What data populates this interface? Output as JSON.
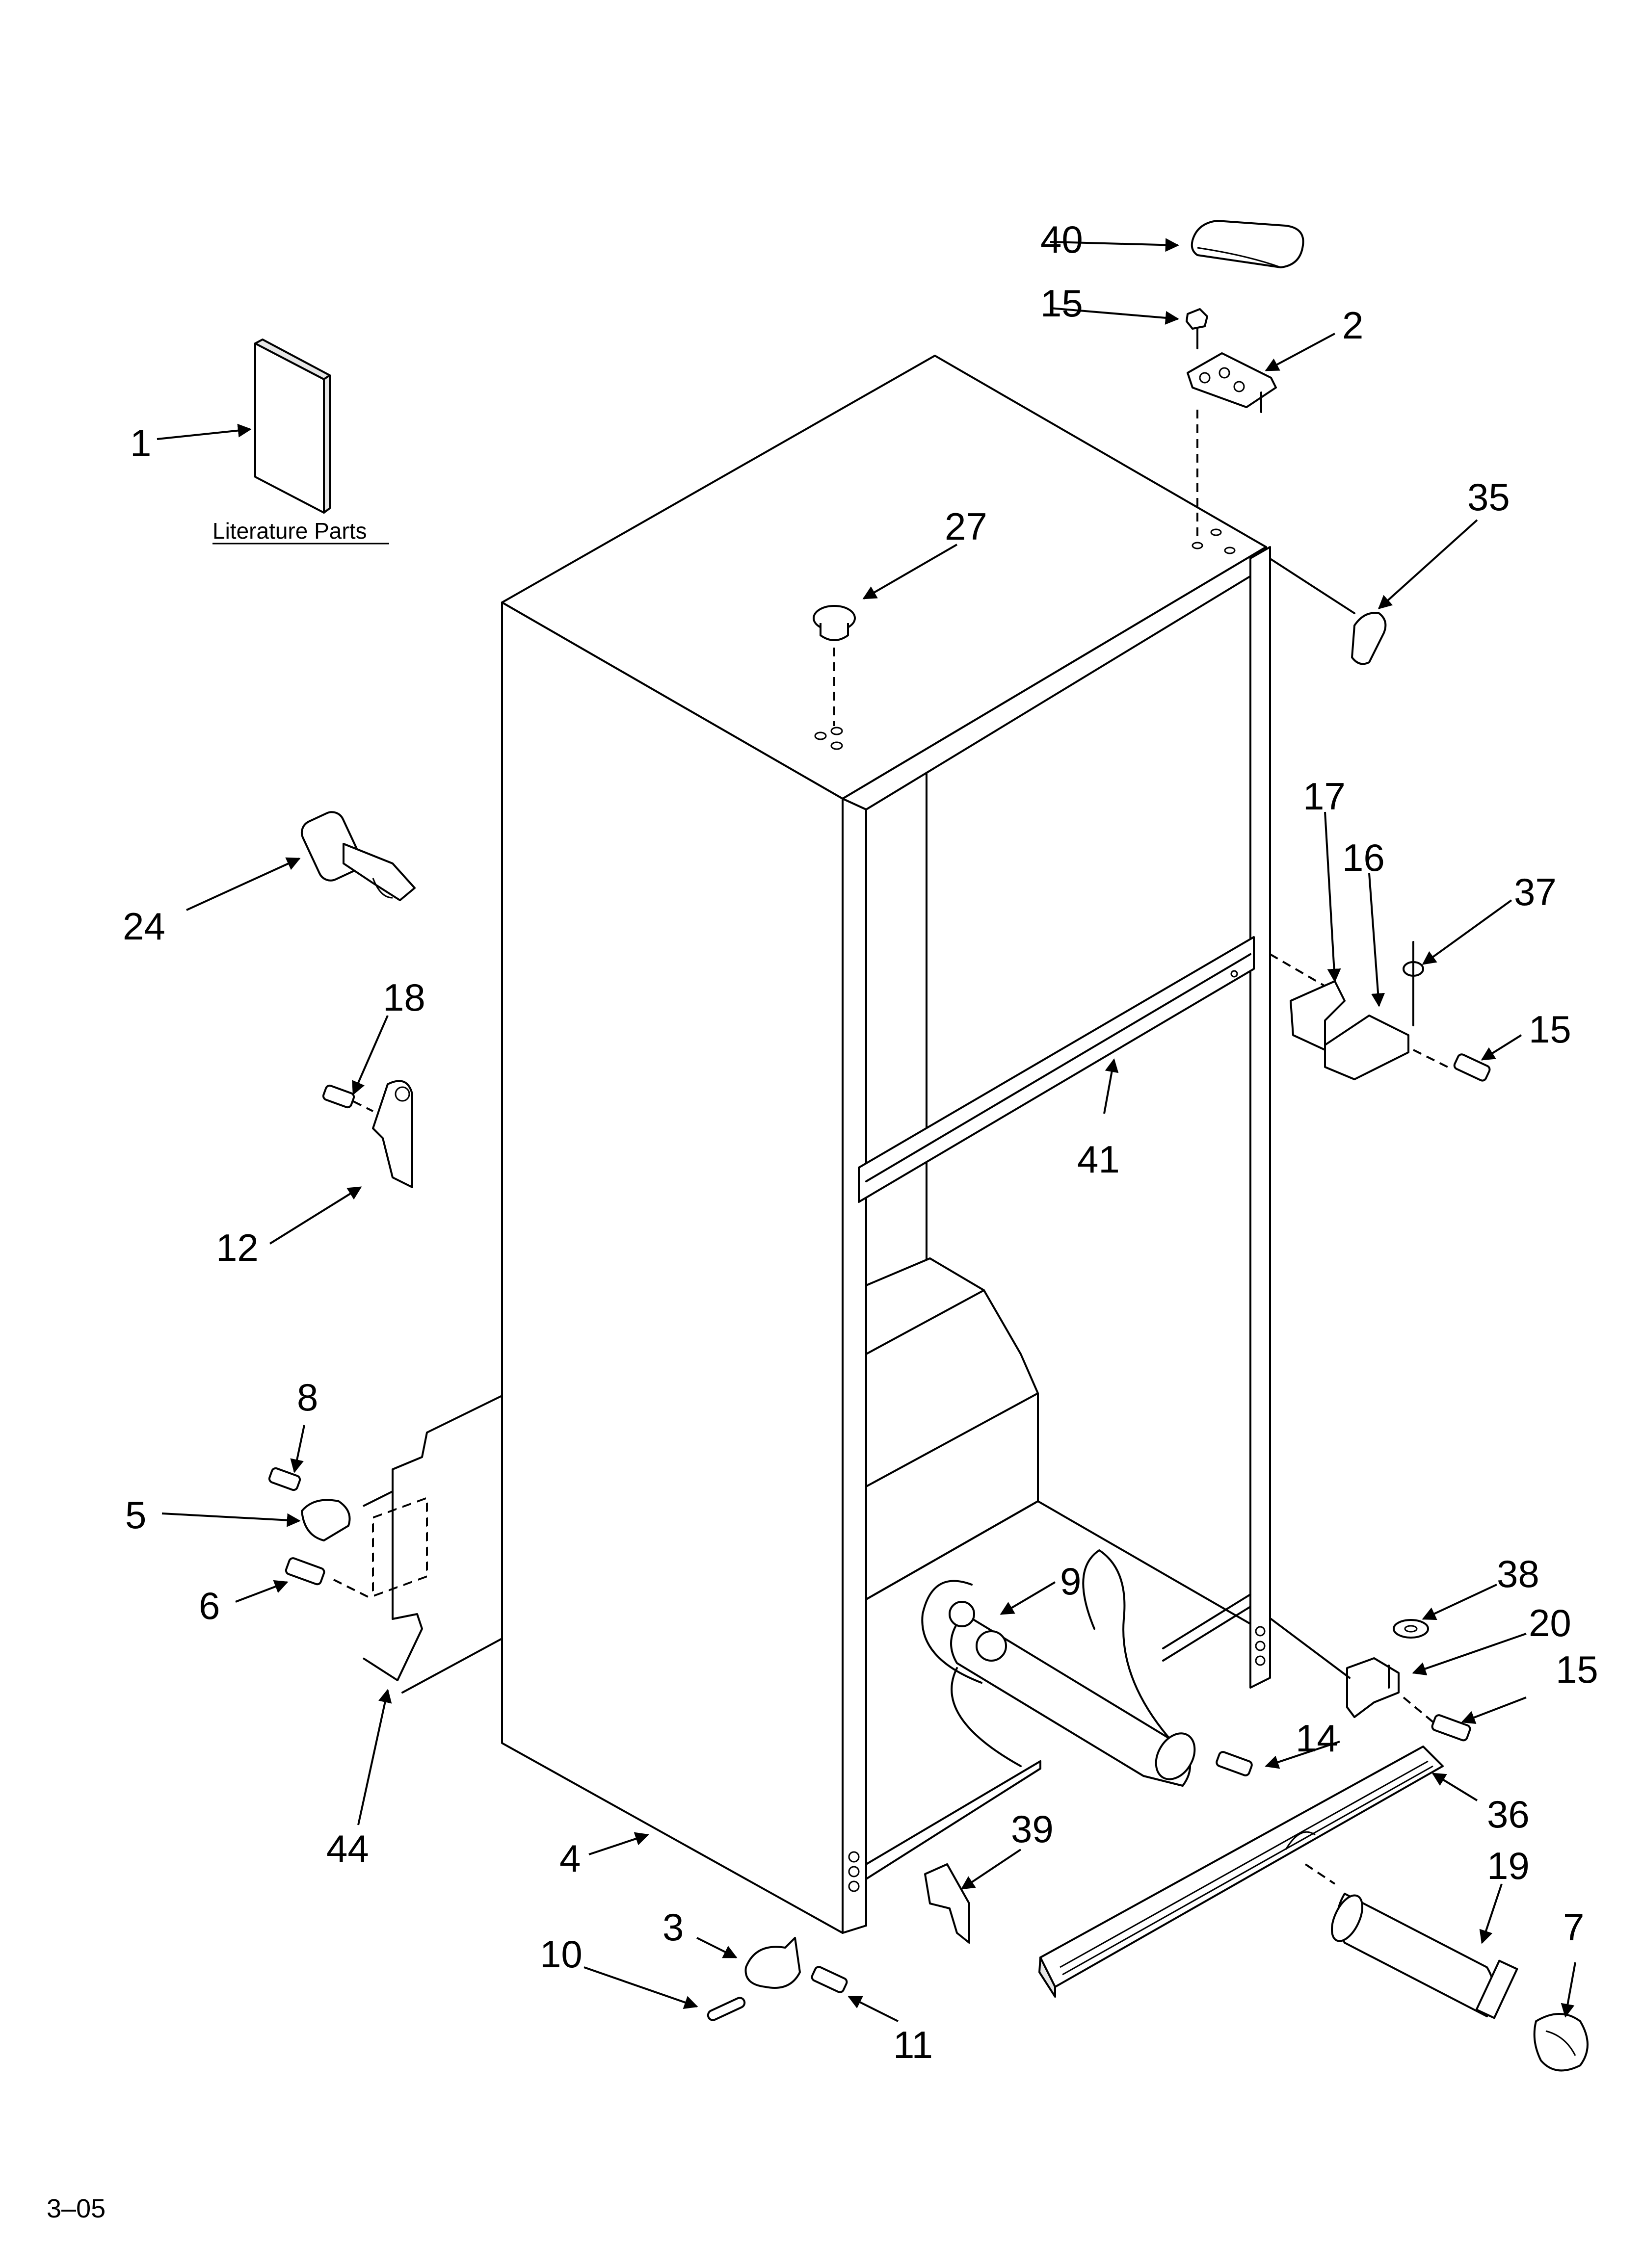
{
  "diagram": {
    "literature_caption": "Literature Parts",
    "revision_code": "3–05",
    "labels": {
      "p1": "1",
      "p2": "2",
      "p3": "3",
      "p4": "4",
      "p5": "5",
      "p6": "6",
      "p7": "7",
      "p8": "8",
      "p9": "9",
      "p10": "10",
      "p11": "11",
      "p12": "12",
      "p14": "14",
      "p15a": "15",
      "p15b": "15",
      "p15c": "15",
      "p16": "16",
      "p17": "17",
      "p18": "18",
      "p19": "19",
      "p20": "20",
      "p24": "24",
      "p27": "27",
      "p35": "35",
      "p36": "36",
      "p37": "37",
      "p38": "38",
      "p39": "39",
      "p40": "40",
      "p41": "41",
      "p44": "44"
    }
  }
}
